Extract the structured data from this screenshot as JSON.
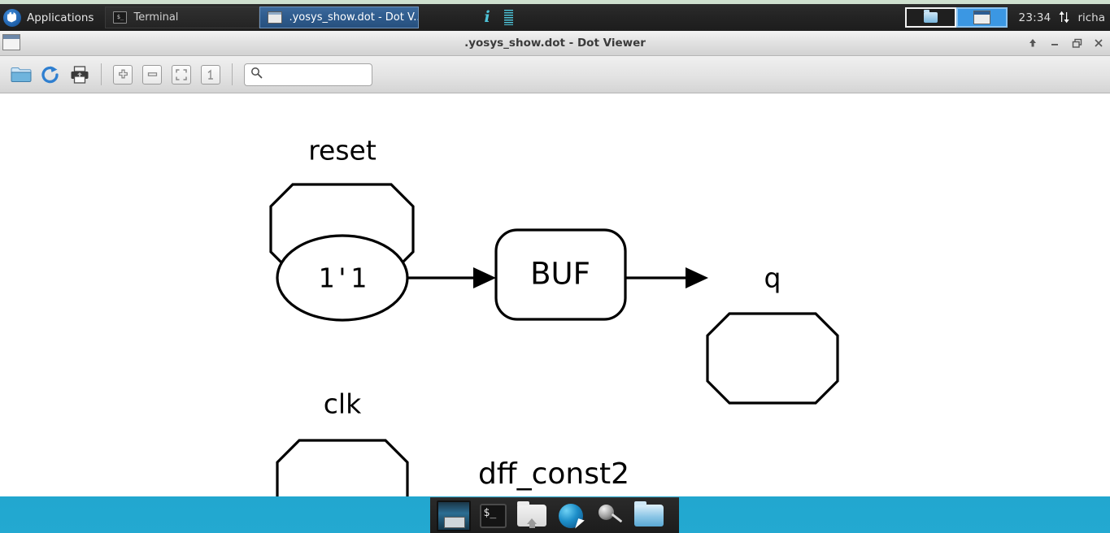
{
  "panel": {
    "applications_label": "Applications",
    "tasks": [
      {
        "label": "Terminal",
        "icon": "terminal-icon",
        "active": false
      },
      {
        "label": ".yosys_show.dot - Dot V...",
        "icon": "window-icon",
        "active": true
      }
    ],
    "indicators": [
      {
        "name": "info-icon",
        "glyph": "i"
      },
      {
        "name": "equalizer-icon",
        "glyph": ""
      }
    ],
    "workspaces": [
      {
        "name": "workspace-1",
        "active": false,
        "icon": "folder-icon"
      },
      {
        "name": "workspace-2",
        "active": true,
        "icon": "window-icon"
      }
    ],
    "clock": "23:34",
    "network_icon": "network-updown-icon",
    "user": "richa"
  },
  "window": {
    "title": ".yosys_show.dot - Dot Viewer",
    "controls": {
      "shade": "shade-window",
      "minimize": "minimize-window",
      "maximize": "maximize-window",
      "close": "close-window"
    }
  },
  "toolbar": {
    "buttons": [
      {
        "name": "open-file-button",
        "tooltip": "Open"
      },
      {
        "name": "reload-button",
        "tooltip": "Reload"
      },
      {
        "name": "print-button",
        "tooltip": "Print"
      },
      {
        "name": "zoom-in-button",
        "glyph": "+"
      },
      {
        "name": "zoom-out-button",
        "glyph": "−"
      },
      {
        "name": "zoom-fit-button",
        "glyph": ""
      },
      {
        "name": "zoom-100-button",
        "glyph": "1"
      }
    ],
    "search": {
      "value": "",
      "placeholder": ""
    }
  },
  "graph": {
    "label": "dff_const2",
    "nodes": [
      {
        "id": "reset",
        "label": "reset",
        "shape": "octagon",
        "font": "sans"
      },
      {
        "id": "const",
        "label": "1'1",
        "shape": "ellipse",
        "font": "mono"
      },
      {
        "id": "buf",
        "label": "BUF",
        "shape": "rounded-box",
        "font": "sans"
      },
      {
        "id": "q",
        "label": "q",
        "shape": "octagon",
        "font": "sans"
      },
      {
        "id": "clk",
        "label": "clk",
        "shape": "octagon",
        "font": "sans"
      }
    ],
    "edges": [
      {
        "from": "const",
        "to": "buf"
      },
      {
        "from": "buf",
        "to": "q"
      }
    ],
    "stroke_color": "#000000",
    "fill_color": "#ffffff"
  },
  "dock": {
    "items": [
      {
        "name": "show-desktop-icon"
      },
      {
        "name": "terminal-icon",
        "glyph": "$_"
      },
      {
        "name": "home-folder-icon"
      },
      {
        "name": "web-browser-icon"
      },
      {
        "name": "search-magnifier-icon"
      },
      {
        "name": "file-manager-icon"
      }
    ]
  },
  "colors": {
    "panel_bg": "#232323",
    "active_task": "#2f5c8e",
    "workspace_active": "#3b97e3",
    "desktop": "#1287b5",
    "accent_cyan": "#4ec3d8"
  }
}
